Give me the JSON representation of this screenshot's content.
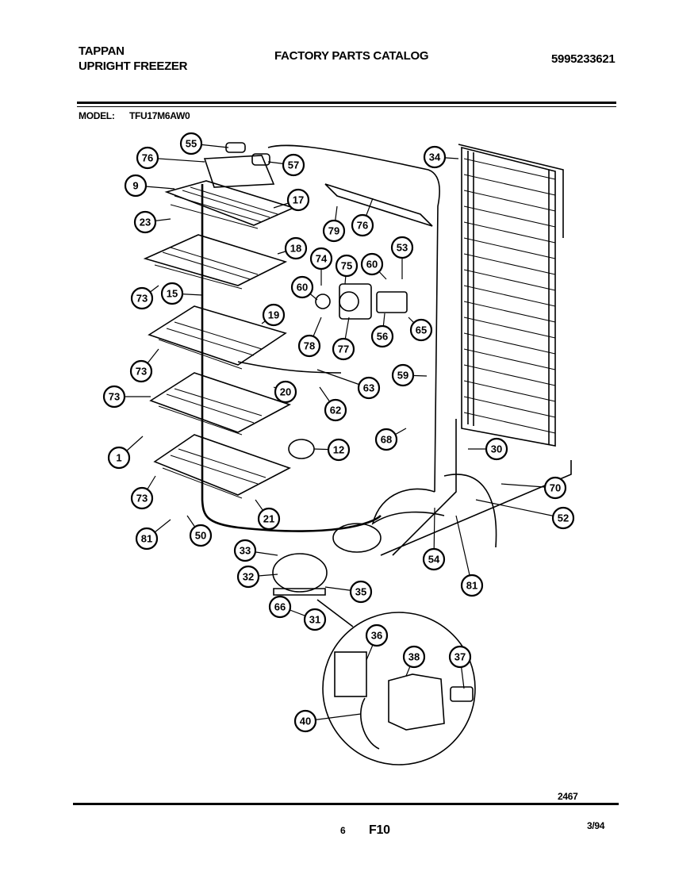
{
  "header": {
    "brand": "TAPPAN",
    "product": "UPRIGHT FREEZER",
    "catalog_title": "FACTORY PARTS CATALOG",
    "catalog_number": "5995233621",
    "model_label": "MODEL:",
    "model_value": "TFU17M6AW0"
  },
  "footer": {
    "drawing_number": "2467",
    "page_number": "6",
    "figure_code": "F10",
    "date": "3/94"
  },
  "callouts": [
    "55",
    "57",
    "76",
    "9",
    "17",
    "23",
    "34",
    "79",
    "76",
    "18",
    "74",
    "75",
    "60",
    "53",
    "73",
    "15",
    "60",
    "19",
    "78",
    "77",
    "56",
    "65",
    "73",
    "63",
    "59",
    "73",
    "20",
    "62",
    "1",
    "12",
    "30",
    "68",
    "73",
    "21",
    "70",
    "52",
    "81",
    "50",
    "54",
    "81",
    "33",
    "32",
    "35",
    "31",
    "36",
    "38",
    "37",
    "40",
    "66"
  ]
}
